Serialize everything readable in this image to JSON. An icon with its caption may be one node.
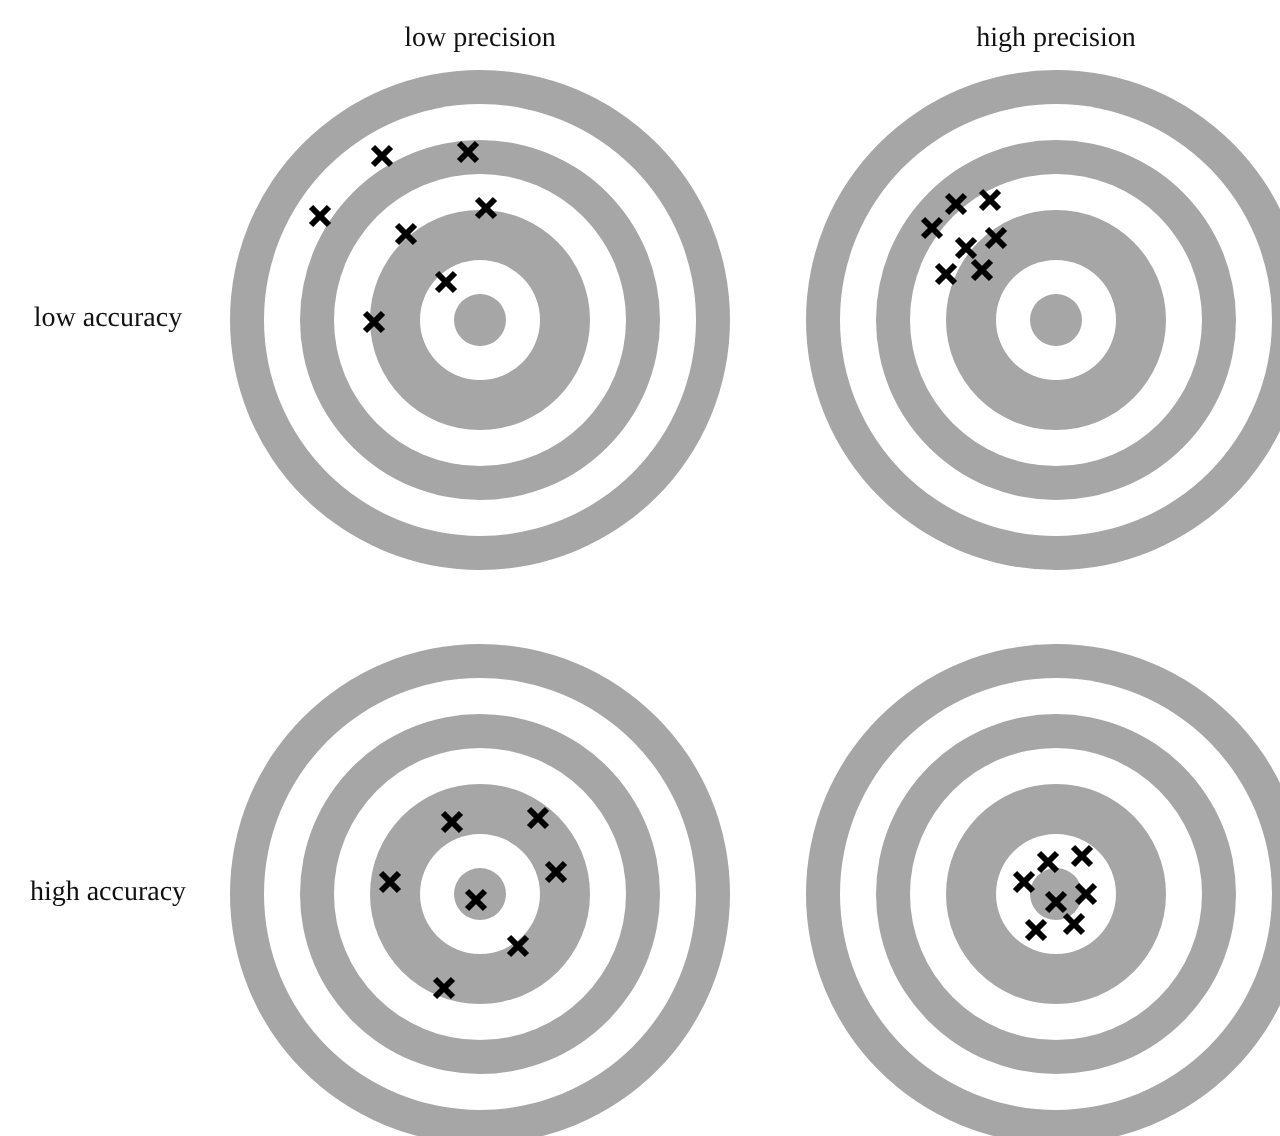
{
  "diagram": {
    "labels": [
      "low precision",
      "high precision",
      "low accuracy",
      "high accuracy"
    ]
  }
}
